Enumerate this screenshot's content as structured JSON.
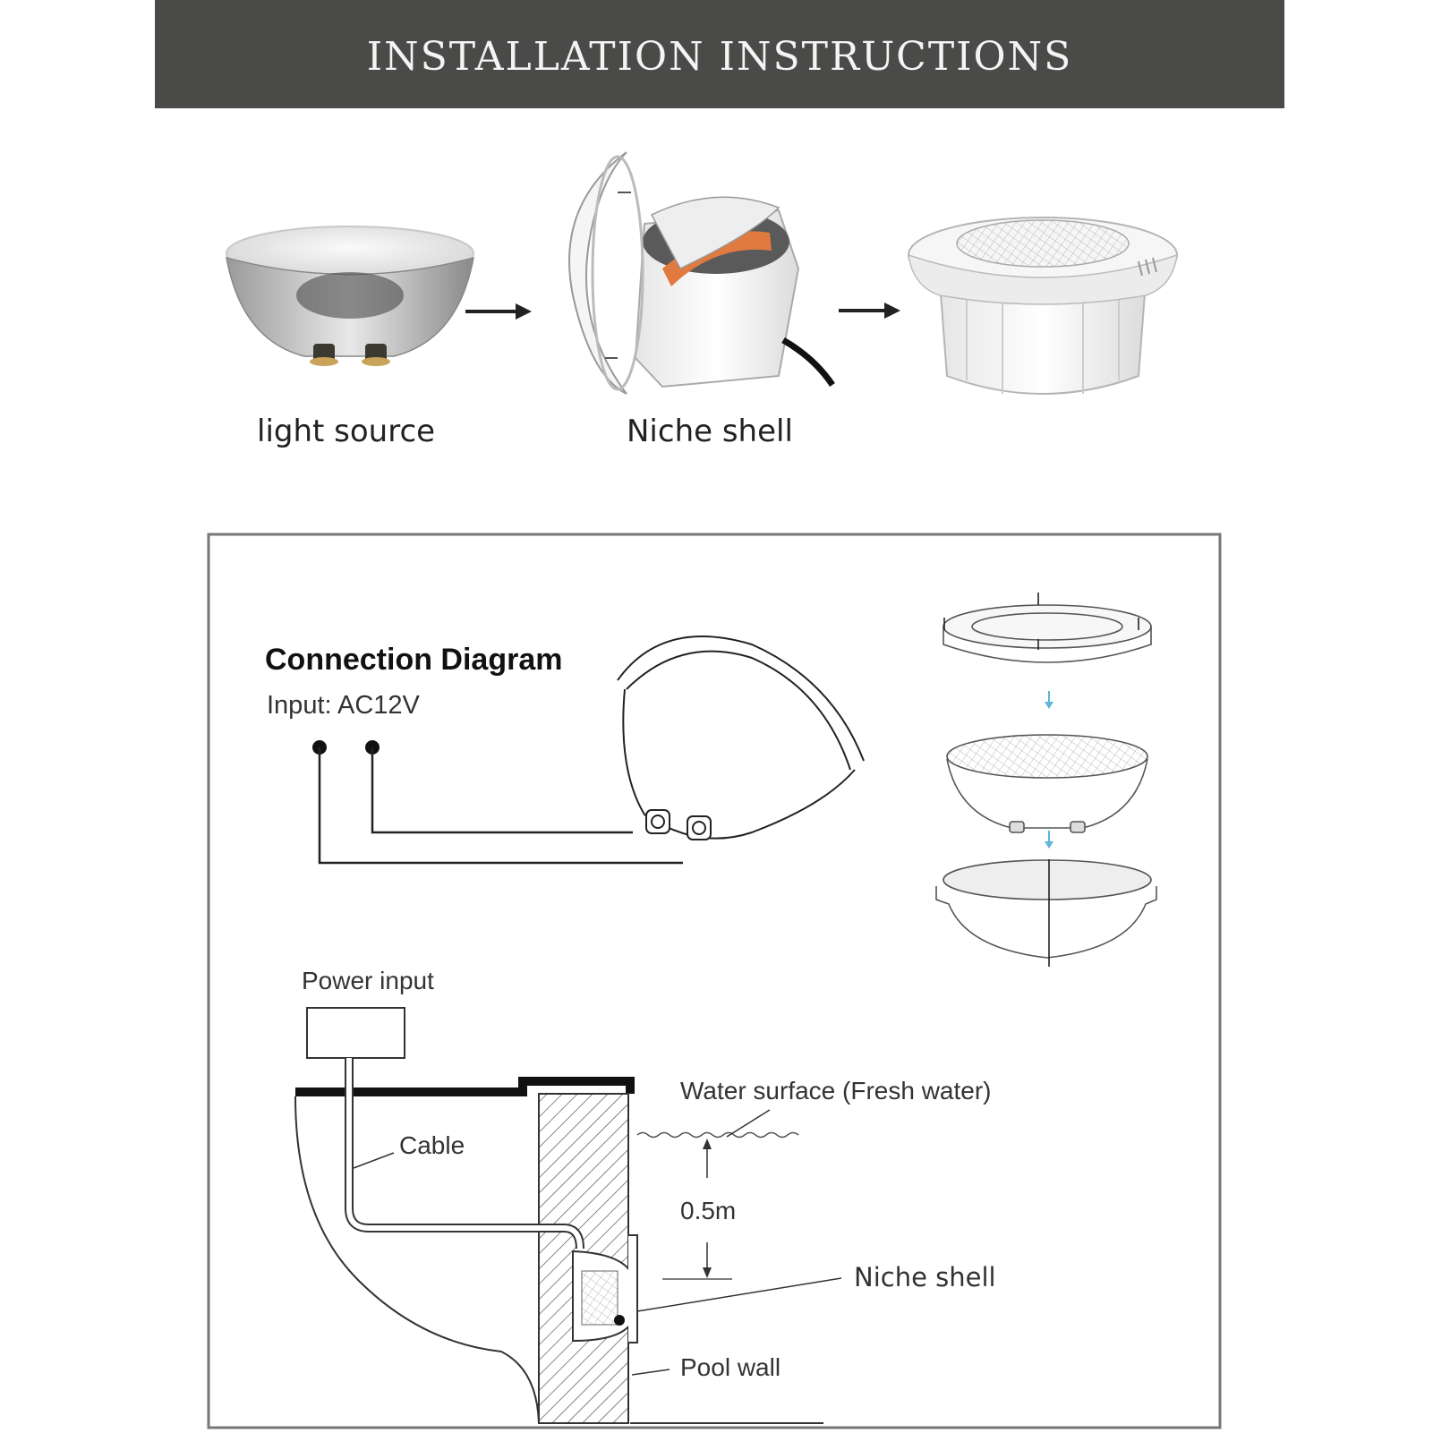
{
  "header": {
    "title": "INSTALLATION INSTRUCTIONS"
  },
  "photos": {
    "labels": [
      "light source",
      "Niche shell"
    ]
  },
  "diagram": {
    "title": "Connection Diagram",
    "input": "Input: AC12V",
    "power_input": "Power input",
    "water_surface": "Water surface (Fresh water)",
    "cable": "Cable",
    "depth": "0.5m",
    "niche_shell": "Niche shell",
    "pool_wall": "Pool wall"
  },
  "colors": {
    "banner": "#4a4a48",
    "banner_text": "#f4f4f4",
    "accent_arrow": "#5fb6d6",
    "cable_orange": "#e07a3f"
  }
}
